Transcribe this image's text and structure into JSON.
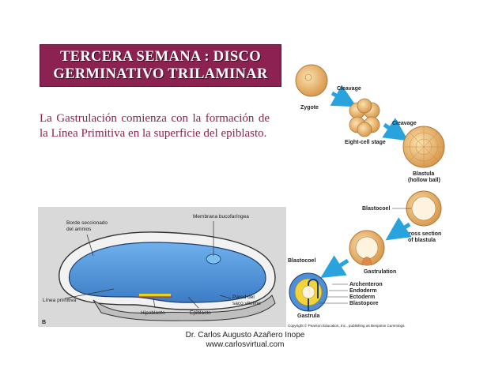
{
  "slide": {
    "title_line1": "TERCERA SEMANA : DISCO",
    "title_line2": "GERMINATIVO TRILAMINAR",
    "body": "La Gastrulación comienza con la formación de la Línea Primitiva en la superficie del epiblasto.",
    "credit_line1": "Dr. Carlos Augusto Azañero Inope",
    "credit_line2": "www.carlosvirtual.com"
  },
  "figure_left": {
    "label_borde1": "Borde seccionado",
    "label_borde2": "del amnios",
    "label_membrana": "Membrana bucofaríngea",
    "label_linea": "Línea primitiva",
    "label_hipoblasto": "Hipoblasto",
    "label_epiblasto": "Epiblasto",
    "label_pared1": "Pared del",
    "label_pared2": "saco vitelino",
    "label_b": "B"
  },
  "figure_right": {
    "zygote": "Zygote",
    "cleavage1": "Cleavage",
    "eight_cell": "Eight-cell stage",
    "cleavage2": "Cleavage",
    "blastula": "Blastula",
    "hollow_ball": "(hollow ball)",
    "blastocoel1": "Blastocoel",
    "cross_section1": "Cross section",
    "cross_section2": "of blastula",
    "blastocoel2": "Blastocoel",
    "gastrulation": "Gastrulation",
    "archenteron": "Archenteron",
    "endoderm": "Endoderm",
    "ectoderm": "Ectoderm",
    "blastopore": "Blastopore",
    "gastrula": "Gastrula",
    "copyright": "Copyright © Pearson Education, Inc., publishing as Benjamin Cummings."
  },
  "colors": {
    "title_bg": "#8b2252",
    "body_text": "#8b2252",
    "arrow": "#29a3dd",
    "embryo_blue": "#4f8fd6",
    "cell_tan": "#f0c98a"
  }
}
